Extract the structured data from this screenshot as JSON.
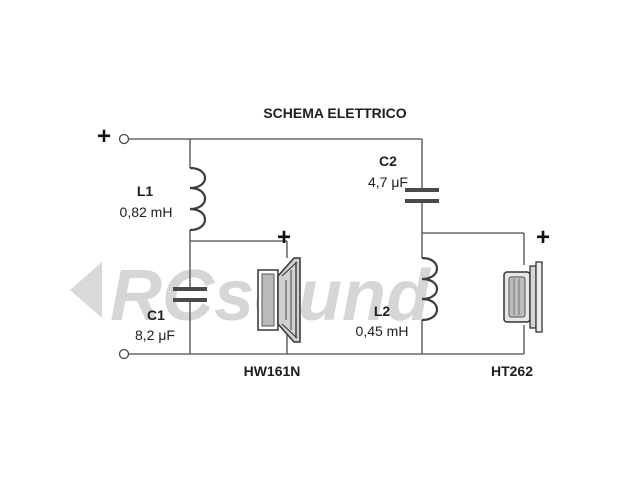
{
  "title": "SCHEMA ELETTRICO",
  "watermark": "RCsound",
  "terminals": {
    "plus": "+"
  },
  "components": {
    "L1": {
      "name": "L1",
      "value": "0,82 mH"
    },
    "C1": {
      "name": "C1",
      "value": "8,2 μF"
    },
    "C2": {
      "name": "C2",
      "value": "4,7 μF"
    },
    "L2": {
      "name": "L2",
      "value": "0,45 mH"
    }
  },
  "speakers": {
    "woofer": {
      "name": "HW161N",
      "polarity": "+"
    },
    "tweeter": {
      "name": "HT262",
      "polarity": "+"
    }
  },
  "colors": {
    "wire": "#4a4a4a",
    "watermark": "#d6d6d6",
    "text": "#1e1e1e"
  }
}
